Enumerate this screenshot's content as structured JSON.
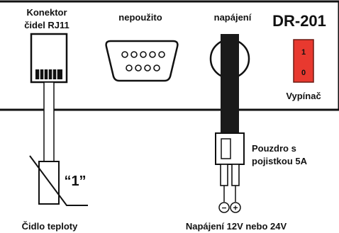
{
  "panel": {
    "connector_title_line1": "Konektor",
    "connector_title_line2": "čidel RJ11",
    "db9_title": "nepoužito",
    "power_title": "napájení",
    "model": "DR-201",
    "switch_on_mark": "1",
    "switch_off_mark": "0",
    "switch_label": "Vypínač"
  },
  "probe": {
    "tag": "“1”",
    "caption": "Čidlo teploty"
  },
  "fuse": {
    "label_line1": "Pouzdro s",
    "label_line2": "pojistkou 5A"
  },
  "power": {
    "minus": "−",
    "plus": "+",
    "caption": "Napájení 12V nebo 24V"
  },
  "colors": {
    "switch_red": "#e8392f",
    "switch_border": "#6b1a14",
    "cable_black": "#1a1a1a",
    "line": "#111111"
  }
}
